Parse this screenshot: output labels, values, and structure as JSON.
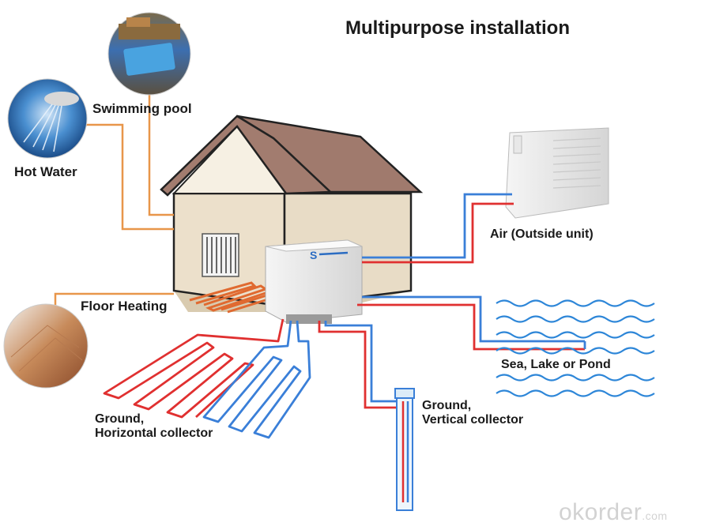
{
  "title": "Multipurpose installation",
  "labels": {
    "swimming_pool": "Swimming pool",
    "hot_water": "Hot Water",
    "floor_heating": "Floor Heating",
    "air": "Air (Outside unit)",
    "sea": "Sea, Lake or Pond",
    "vertical": [
      "Ground,",
      "Vertical collector"
    ],
    "horizontal": [
      "Ground,",
      "Horizontal collector"
    ]
  },
  "unit_logo": "S",
  "watermark": {
    "main": "okorder",
    "suffix": ".com"
  },
  "colors": {
    "roof": "#a07a6d",
    "wall": "#ece0cb",
    "hot_pipe": "#e03030",
    "cold_pipe": "#3a7fd8",
    "feed_pipe": "#e8964a",
    "water": "#2d86d8"
  }
}
